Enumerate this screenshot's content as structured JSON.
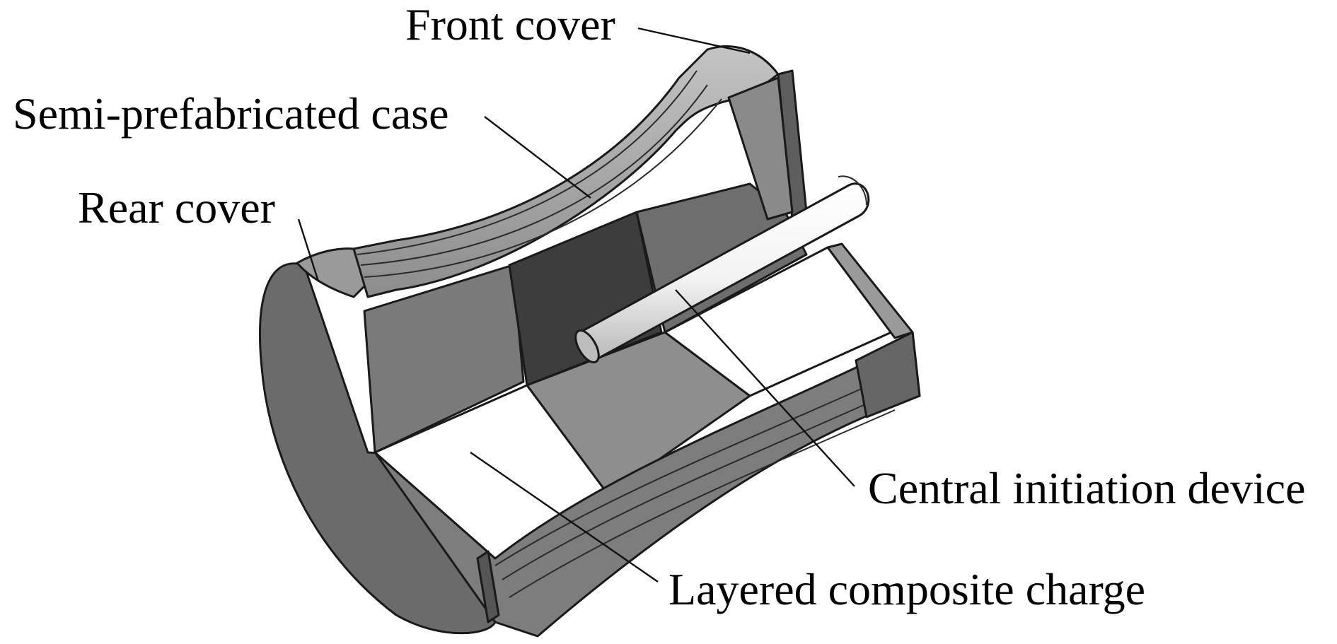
{
  "labels": {
    "front_cover": "Front cover",
    "semi_prefabricated_case": "Semi-prefabricated case",
    "rear_cover": "Rear cover",
    "central_initiation_device": "Central initiation device",
    "layered_composite_charge": "Layered composite charge"
  }
}
